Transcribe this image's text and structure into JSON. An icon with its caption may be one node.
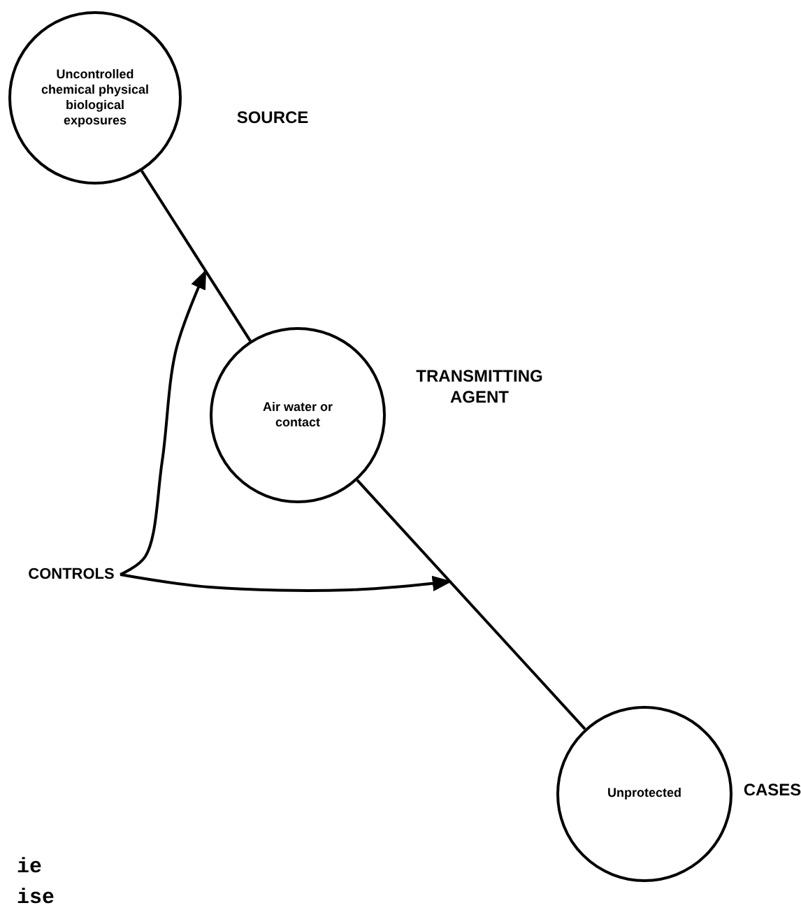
{
  "diagram": {
    "nodes": [
      {
        "text": [
          "Uncontrolled chemical physical biological exposures"
        ],
        "beside": [
          "SOURCE"
        ]
      },
      {
        "text": [
          "Air water or contact"
        ],
        "beside": [
          "TRANSMITTING AGENT"
        ]
      },
      {
        "text": [
          "Unprotected"
        ],
        "beside": [
          "CASES"
        ]
      },
      {
        "text": [
          "CONTROLS"
        ]
      }
    ],
    "edges": [
      {
        "from": 0,
        "to": 1,
        "arrow": "none"
      },
      {
        "from": 1,
        "to": 2,
        "arrow": "none"
      },
      {
        "from": 3,
        "to": null,
        "arrow": "to"
      },
      {
        "from": 3,
        "to": null,
        "arrow": "to"
      }
    ],
    "labels": [
      "ie",
      "ise"
    ]
  }
}
